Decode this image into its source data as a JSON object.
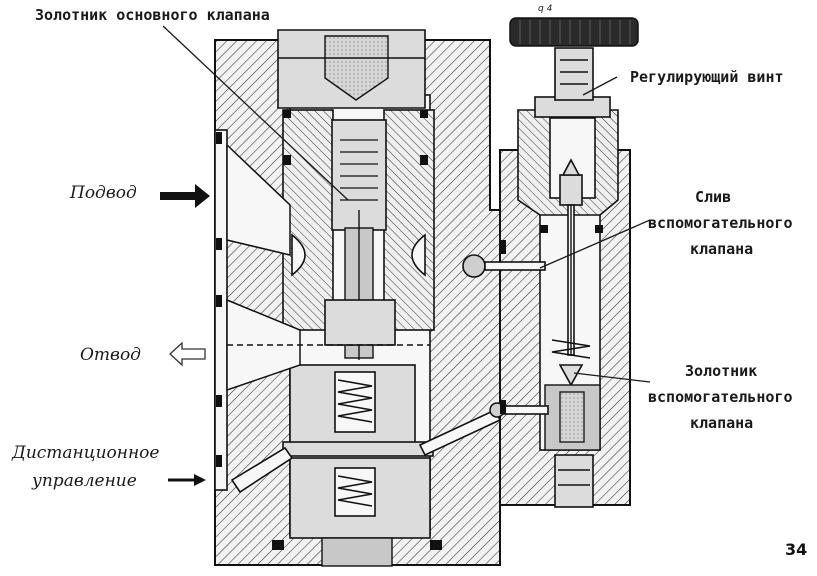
{
  "labels": {
    "main_spool": "Золотник основного клапана",
    "adjusting_screw": "Регулирующий винт",
    "pilot_drain_line1": "Слив",
    "pilot_drain_line2": "вспомогательного",
    "pilot_drain_line3": "клапана",
    "pilot_spool_line1": "Золотник",
    "pilot_spool_line2": "вспомогательного",
    "pilot_spool_line3": "клапана",
    "inlet": "Подвод",
    "outlet": "Отвод",
    "remote_line1": "Дистанционное",
    "remote_line2": "управление",
    "handwheel_marks": "q  4"
  },
  "page_number": "34"
}
